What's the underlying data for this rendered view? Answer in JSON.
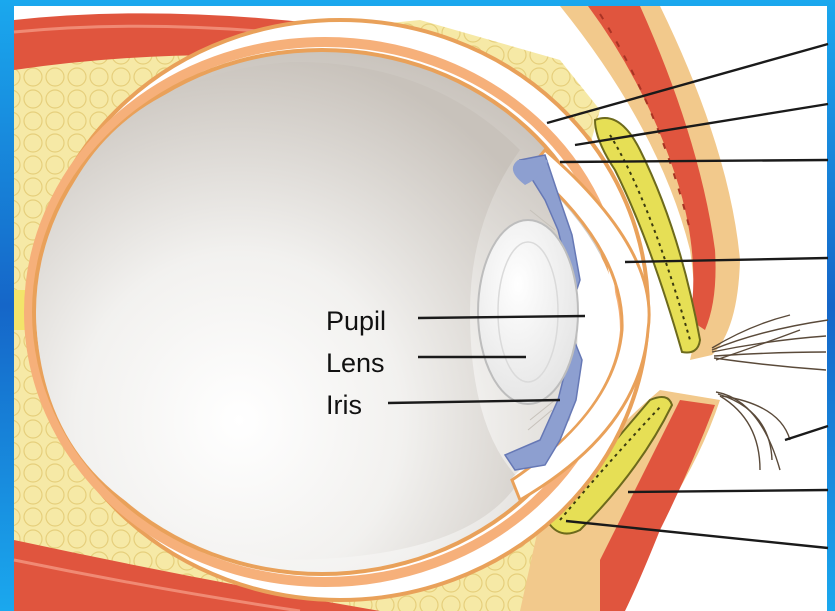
{
  "diagram": {
    "labels": {
      "pupil": "Pupil",
      "lens": "Lens",
      "iris": "Iris"
    },
    "unlabeled_leader_lines": 7,
    "colors": {
      "frame_blue": "#1a6fd0",
      "background": "#ffffff",
      "sclera_orange": "#e9a15a",
      "fat_yellow": "#f6e9a6",
      "muscle_red": "#e0553e",
      "iris_blue": "#8d9fd0",
      "vitreous_gray": "#cfcac4",
      "gland_yellow": "#e6df55",
      "leader_line": "#1a1a1a"
    }
  }
}
